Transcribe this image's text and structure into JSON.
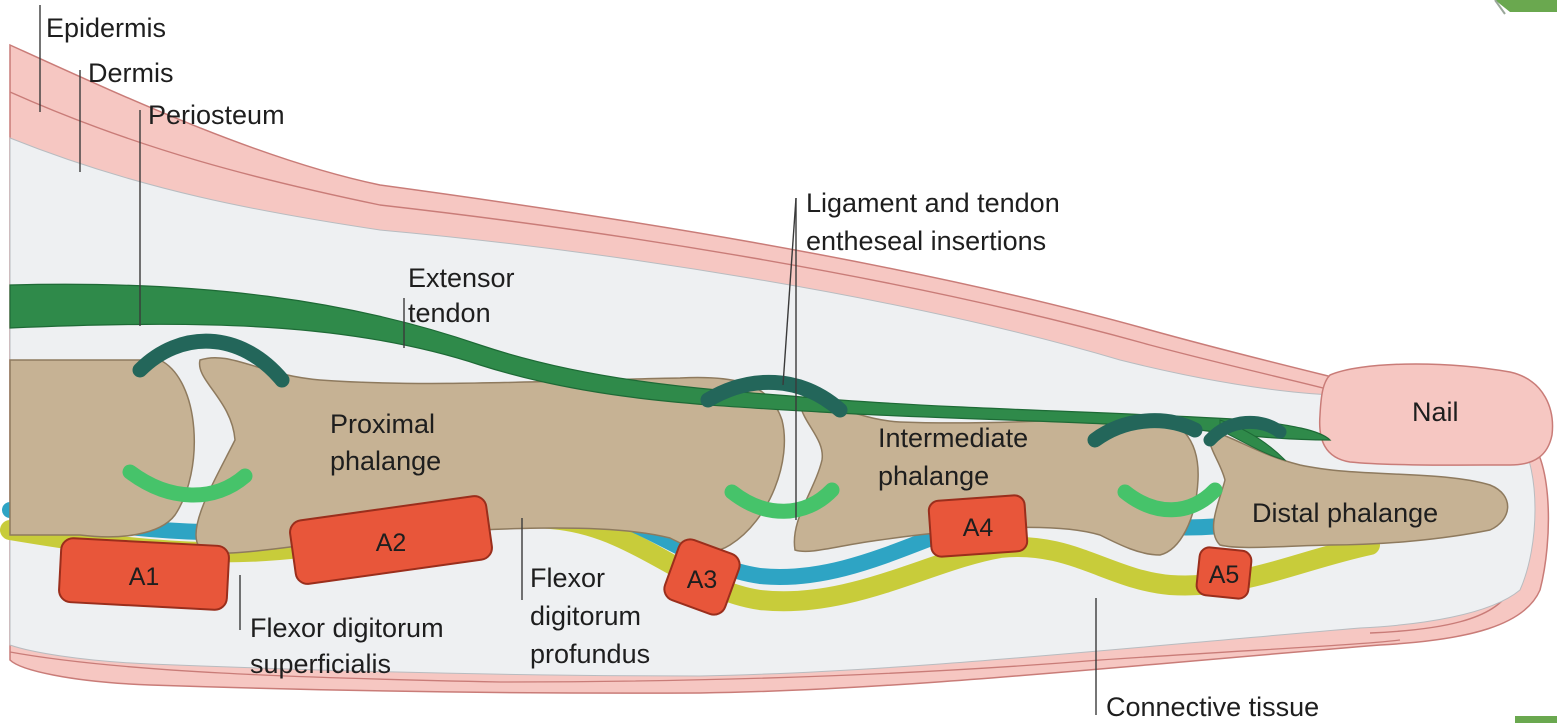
{
  "labels": {
    "epidermis": "Epidermis",
    "dermis": "Dermis",
    "periosteum": "Periosteum",
    "ligament_line1": "Ligament and tendon",
    "ligament_line2": "entheseal insertions",
    "extensor_line1": "Extensor",
    "extensor_line2": "tendon",
    "proximal_line1": "Proximal",
    "proximal_line2": "phalange",
    "intermediate_line1": "Intermediate",
    "intermediate_line2": "phalange",
    "distal": "Distal phalange",
    "nail": "Nail",
    "fds_line1": "Flexor digitorum",
    "fds_line2": "superficialis",
    "fdp_line1": "Flexor",
    "fdp_line2": "digitorum",
    "fdp_line3": "profundus",
    "connective": "Connective tissue"
  },
  "pulleys": {
    "a1": "A1",
    "a2": "A2",
    "a3": "A3",
    "a4": "A4",
    "a5": "A5"
  },
  "colors": {
    "skin": "#f6c7c2",
    "skin_edge": "#c97c78",
    "subcutis": "#eef0f2",
    "bone": "#c6b294",
    "bone_edge": "#8e7a5e",
    "extensor_tendon": "#2f8a4a",
    "entheseal_dark": "#23665a",
    "entheseal_light": "#46c36a",
    "fds": "#c8cc3a",
    "fdp": "#2ea4c4",
    "pulley": "#e8563a",
    "pulley_edge": "#9a2e1c",
    "accent_green": "#5aa33a"
  }
}
